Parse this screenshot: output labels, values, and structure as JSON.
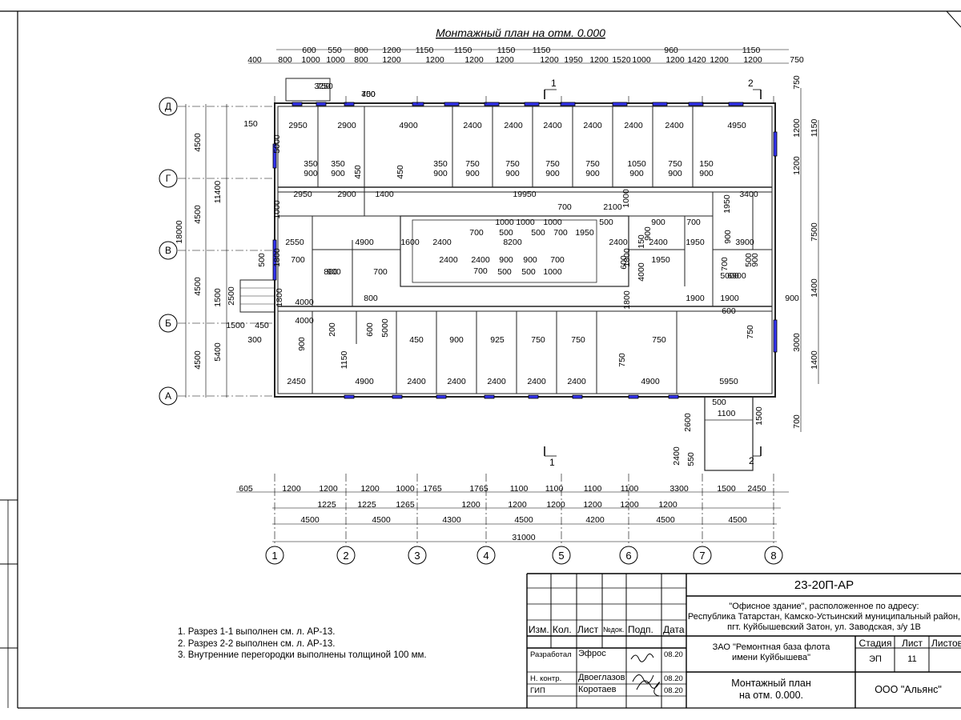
{
  "title": "Монтажный план на отм. 0.000",
  "axes_vertical": [
    "1",
    "2",
    "3",
    "4",
    "5",
    "6",
    "7",
    "8"
  ],
  "axes_horizontal": [
    "Д",
    "Г",
    "В",
    "Б",
    "А"
  ],
  "section_marks": {
    "s1_top": "1",
    "s1_bottom": "1",
    "s2_top": "2",
    "s2_bottom": "2"
  },
  "top_dims_row1": [
    "600",
    "550",
    "800",
    "1200",
    "1150",
    "1150",
    "1150",
    "1150",
    "960",
    "1150"
  ],
  "top_dims_row2": [
    "400",
    "800",
    "1000",
    "1000",
    "800",
    "1200",
    "1200",
    "1200",
    "1200",
    "1200",
    "1950",
    "1200",
    "1520",
    "1000",
    "1200",
    "1420",
    "1200",
    "1200",
    "750"
  ],
  "bottom_dims_row1": [
    "605",
    "1200",
    "1200",
    "1200",
    "1000",
    "1765",
    "1765",
    "1100",
    "1100",
    "1100",
    "1100",
    "3300",
    "1500",
    "2450"
  ],
  "bottom_dims_row2": [
    "1225",
    "1225",
    "1265",
    "1200",
    "1200",
    "1200",
    "1200",
    "1200",
    "1200"
  ],
  "axis_spacing": [
    "4500",
    "4500",
    "4300",
    "4500",
    "4200",
    "4500",
    "4500"
  ],
  "overall_length": "31000",
  "left_dims": [
    "4500",
    "4500",
    "4500",
    "4500",
    "11400",
    "18000",
    "5400",
    "1500",
    "2500",
    "500"
  ],
  "right_dims": [
    "750",
    "1200",
    "1150",
    "1200",
    "7500",
    "1400",
    "3000",
    "1400",
    "700"
  ],
  "room_dims": {
    "row_top": [
      "2950",
      "2900",
      "4900",
      "2400",
      "2400",
      "2400",
      "2400",
      "2400",
      "2400",
      "4950"
    ],
    "row_corr": [
      "2950",
      "2900",
      "1400",
      "19950",
      "3400"
    ],
    "row_mid": [
      "2550",
      "4900",
      "1600",
      "2400",
      "8200",
      "2400",
      "2400",
      "1950",
      "3900"
    ],
    "row_bot": [
      "2450",
      "4900",
      "2400",
      "2400",
      "2400",
      "2400",
      "2400",
      "4900",
      "5950"
    ],
    "doors_top": [
      "350",
      "350",
      "350",
      "750",
      "750",
      "750",
      "750",
      "1050",
      "750",
      "150"
    ],
    "door_w": "900",
    "misc": [
      "3250",
      "450",
      "150",
      "5000",
      "450",
      "450",
      "700",
      "800",
      "700",
      "2100",
      "1000",
      "1000",
      "1000",
      "700",
      "500",
      "500",
      "500",
      "700",
      "1950",
      "900",
      "900",
      "700",
      "1950",
      "900",
      "700",
      "900",
      "700",
      "900",
      "2400",
      "2400",
      "700",
      "900",
      "900",
      "700",
      "800",
      "500",
      "500",
      "500",
      "1000",
      "1000",
      "1000",
      "1800",
      "1800",
      "1800",
      "4000",
      "4000",
      "200",
      "900",
      "450",
      "300",
      "1500",
      "1150",
      "600",
      "5000",
      "450",
      "900",
      "925",
      "750",
      "750",
      "750",
      "750",
      "750",
      "5000",
      "6900",
      "1900",
      "1900",
      "600",
      "900",
      "1100",
      "500",
      "2600",
      "550",
      "2400",
      "1500",
      "600",
      "150",
      "4000",
      "1950",
      "1800",
      "750",
      "700"
    ]
  },
  "notes": [
    "1. Разрез 1-1 выполнен см. л. АР-13.",
    "2. Разрез 2-2 выполнен см. л. АР-13.",
    "3. Внутренние перегородки выполнены толщиной 100 мм."
  ],
  "title_block": {
    "code": "23-20П-АР",
    "project": [
      "\"Офисное здание\", расположенное по адресу:",
      "Республика Татарстан, Камско-Устьинский муниципальный район,",
      "пгт. Куйбышевский Затон, ул. Заводская, з/у 1В"
    ],
    "client": [
      "ЗАО \"Ремонтная база флота",
      "имени Куйбышева\""
    ],
    "sheet_title": [
      "Монтажный план",
      "на отм. 0.000."
    ],
    "company": "ООО \"Альянс\"",
    "head": {
      "izm": "Изм.",
      "kol": "Кол.",
      "list": "Лист",
      "ndok": "№док.",
      "podp": "Подп.",
      "data": "Дата"
    },
    "stage_head": {
      "stadia": "Стадия",
      "list": "Лист",
      "listov": "Листов"
    },
    "stage": "ЭП",
    "sheet_no": "11",
    "people": [
      {
        "role": "Разработал",
        "name": "Эфрос",
        "date": "08.20"
      },
      {
        "role": "Н. контр.",
        "name": "Двоеглазов",
        "date": "08.20"
      },
      {
        "role": "ГИП",
        "name": "Коротаев",
        "date": "08.20"
      }
    ]
  }
}
